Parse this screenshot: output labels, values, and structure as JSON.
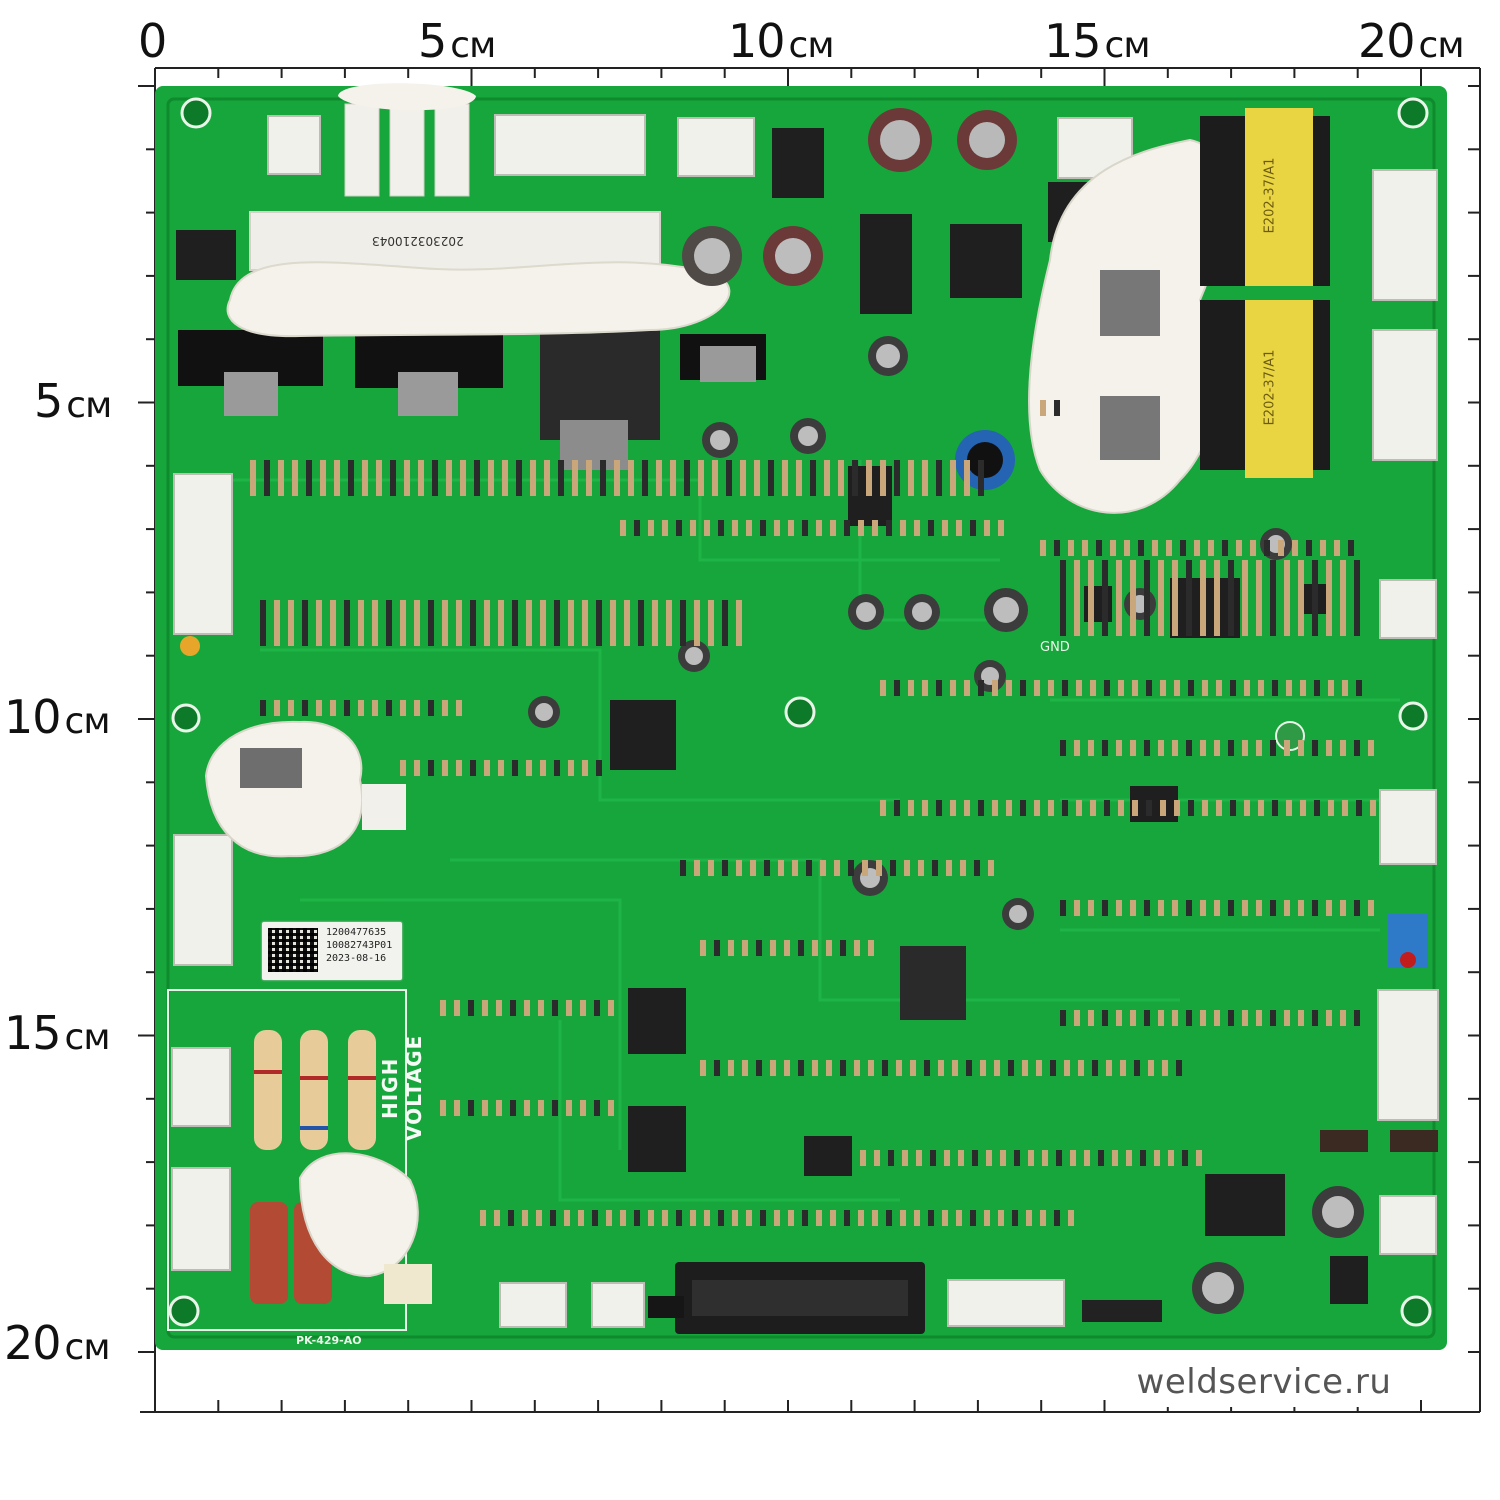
{
  "ruler": {
    "top_labels": [
      {
        "value": "0",
        "unit": ""
      },
      {
        "value": "5",
        "unit": "см"
      },
      {
        "value": "10",
        "unit": "см"
      },
      {
        "value": "15",
        "unit": "см"
      },
      {
        "value": "20",
        "unit": "см"
      }
    ],
    "left_labels": [
      {
        "value": "5",
        "unit": "см"
      },
      {
        "value": "10",
        "unit": "см"
      },
      {
        "value": "15",
        "unit": "см"
      },
      {
        "value": "20",
        "unit": "см"
      }
    ]
  },
  "board": {
    "model": "PK-429-AO",
    "high_voltage_label": "HIGH VOLTAGE",
    "sticker_lines": [
      "1200477635",
      "10082743P01",
      "2023-08-16"
    ],
    "chip_marking": "20230321004З",
    "gnd_label": "GND",
    "transformer_marking": "E202-37/A1"
  },
  "watermark": "weldservice.ru",
  "colors": {
    "pcb": "#14a43a",
    "pcb_dark": "#0d7f2a",
    "silicone": "#f4f2ea",
    "background": "#ffffff"
  }
}
